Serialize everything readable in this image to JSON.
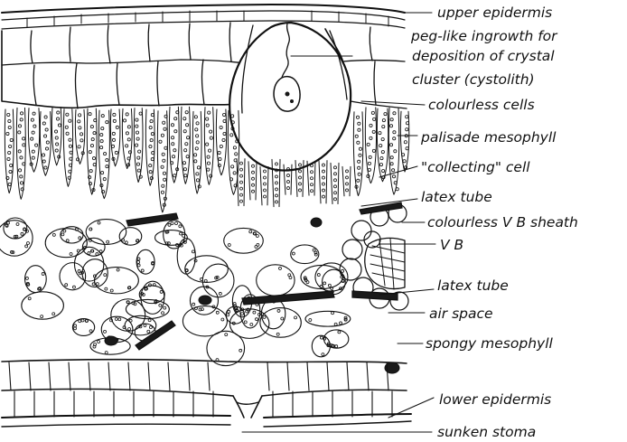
{
  "diagram": {
    "labels": {
      "upper_epidermis": "upper epidermis",
      "peg_line1": "peg-like ingrowth for",
      "peg_line2": "deposition of crystal",
      "peg_line3": "cluster (cystolith)",
      "colourless_cells": "colourless cells",
      "palisade": "palisade mesophyll",
      "collecting_cell": "\"collecting\" cell",
      "latex_tube_1": "latex tube",
      "vb_sheath": "colourless V B sheath",
      "vb": "V B",
      "latex_tube_2": "latex tube",
      "air_space": "air space",
      "spongy": "spongy mesophyll",
      "lower_epidermis": "lower epidermis",
      "sunken_stoma": "sunken stoma"
    }
  }
}
